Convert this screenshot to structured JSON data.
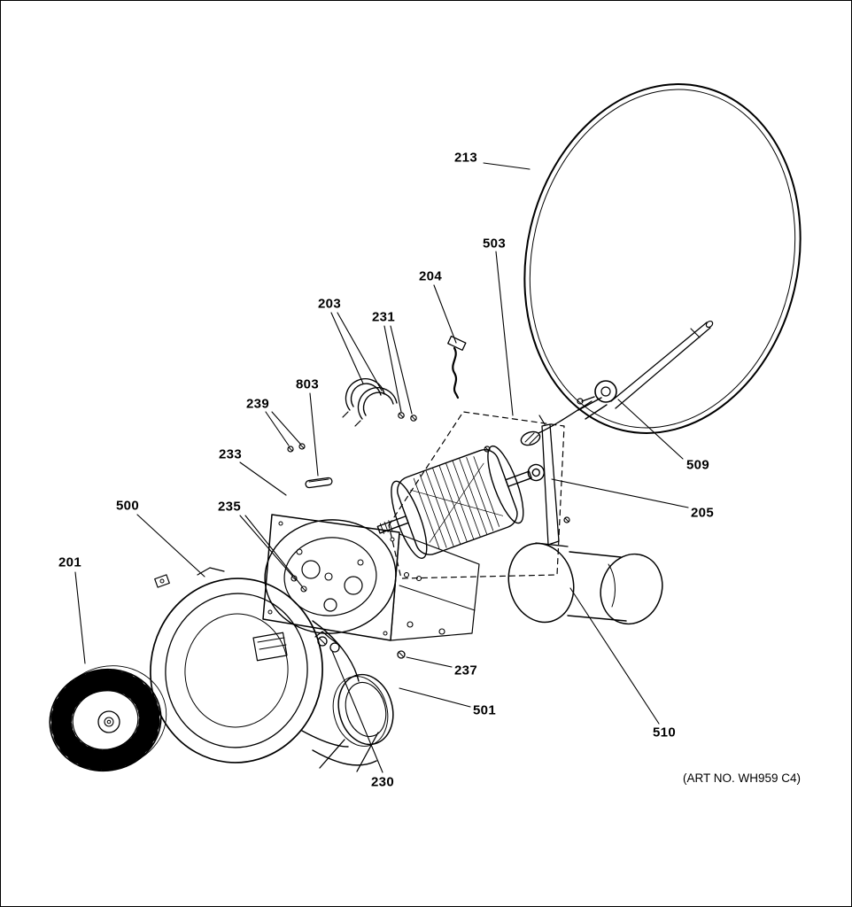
{
  "diagram": {
    "art_no": "(ART NO. WH959 C4)",
    "labels": {
      "p201": "201",
      "p203": "203",
      "p204": "204",
      "p205": "205",
      "p213": "213",
      "p230": "230",
      "p231": "231",
      "p233": "233",
      "p235": "235",
      "p237": "237",
      "p239": "239",
      "p500": "500",
      "p501": "501",
      "p503": "503",
      "p509": "509",
      "p510": "510",
      "p803": "803"
    },
    "colors": {
      "line": "#000000",
      "background": "#ffffff"
    }
  }
}
